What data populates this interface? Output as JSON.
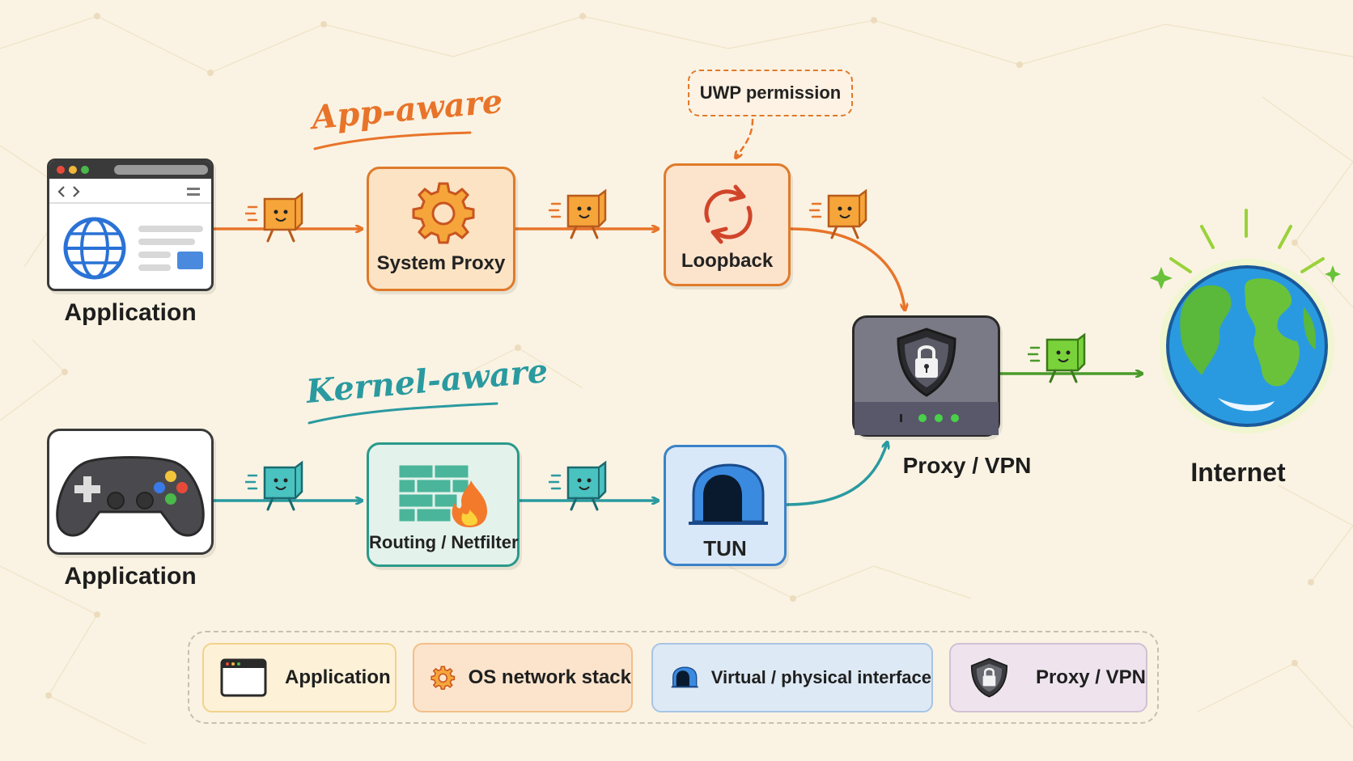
{
  "section_labels": {
    "app_aware": "App-aware",
    "kernel_aware": "Kernel-aware"
  },
  "nodes": {
    "app1": "Application",
    "app2": "Application",
    "system_proxy": "System Proxy",
    "loopback": "Loopback",
    "uwp_permission": "UWP permission",
    "routing": "Routing / Netfilter",
    "tun": "TUN",
    "proxy_vpn": "Proxy / VPN",
    "internet": "Internet"
  },
  "legend": [
    {
      "label": "Application",
      "icon": "browser-window-icon"
    },
    {
      "label": "OS network stack",
      "icon": "gear-icon"
    },
    {
      "label": "Virtual / physical interface",
      "icon": "tunnel-icon"
    },
    {
      "label": "Proxy / VPN",
      "icon": "shield-lock-icon"
    }
  ],
  "colors": {
    "app_aware": "#e8742a",
    "kernel_aware": "#2a9aa0",
    "internet_link": "#4a9a2a",
    "background": "#faf3e3"
  }
}
